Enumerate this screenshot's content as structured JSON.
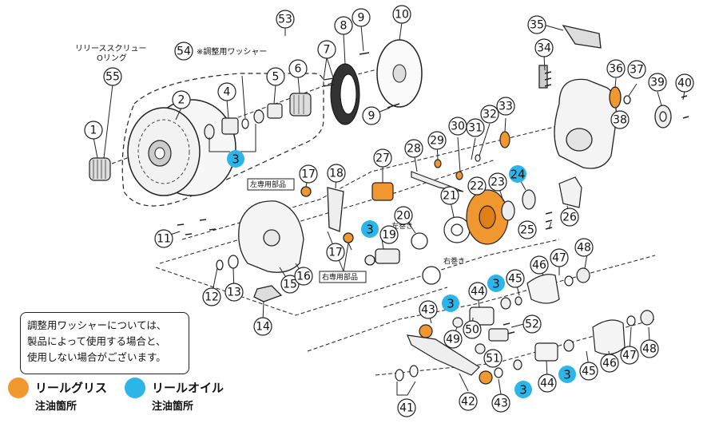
{
  "colors": {
    "grease": "#f0982f",
    "oil": "#2bb5e8"
  },
  "labels": {
    "release_screw": "リリーススクリュー",
    "o_ring": "Oリング",
    "adjust_washer": "※調整用ワッシャー",
    "left_only": "左専用部品",
    "right_only": "右専用部品",
    "left_wind": "左巻き",
    "right_wind": "右巻き"
  },
  "note": {
    "line1": "調整用ワッシャーについては、",
    "line2": "製品によって使用する場合と、",
    "line3": "使用しない場合がございます。"
  },
  "legend": {
    "grease_line1": "リールグリス",
    "grease_line2": "注油箇所",
    "oil_line1": "リールオイル",
    "oil_line2": "注油箇所"
  },
  "parts": {
    "p1": "1",
    "p2": "2",
    "p3": "3",
    "p4": "4",
    "p5": "5",
    "p6": "6",
    "p7": "7",
    "p8": "8",
    "p9": "9",
    "p10": "10",
    "p11": "11",
    "p12": "12",
    "p13": "13",
    "p14": "14",
    "p15": "15",
    "p16": "16",
    "p17": "17",
    "p18": "18",
    "p19": "19",
    "p20": "20",
    "p21": "21",
    "p22": "22",
    "p23": "23",
    "p24": "24",
    "p25": "25",
    "p26": "26",
    "p27": "27",
    "p28": "28",
    "p29": "29",
    "p30": "30",
    "p31": "31",
    "p32": "32",
    "p33": "33",
    "p34": "34",
    "p35": "35",
    "p36": "36",
    "p37": "37",
    "p38": "38",
    "p39": "39",
    "p40": "40",
    "p41": "41",
    "p42": "42",
    "p43": "43",
    "p44": "44",
    "p45": "45",
    "p46": "46",
    "p47": "47",
    "p48": "48",
    "p49": "49",
    "p50": "50",
    "p51": "51",
    "p52": "52",
    "p53": "53",
    "p54": "54",
    "p55": "55"
  }
}
